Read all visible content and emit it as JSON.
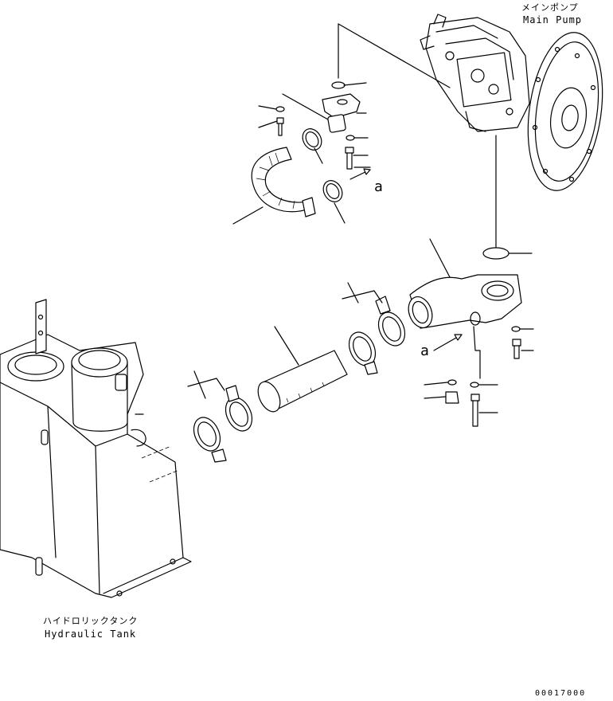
{
  "labels": {
    "main_pump_jp": "メインポンプ",
    "main_pump_en": "Main Pump",
    "hydraulic_tank_jp": "ハイドロリックタンク",
    "hydraulic_tank_en": "Hydraulic Tank",
    "view_mark_upper": "a",
    "view_mark_lower": "a",
    "drawing_number": "00017000"
  },
  "colors": {
    "line": "#000000",
    "background": "#ffffff"
  }
}
